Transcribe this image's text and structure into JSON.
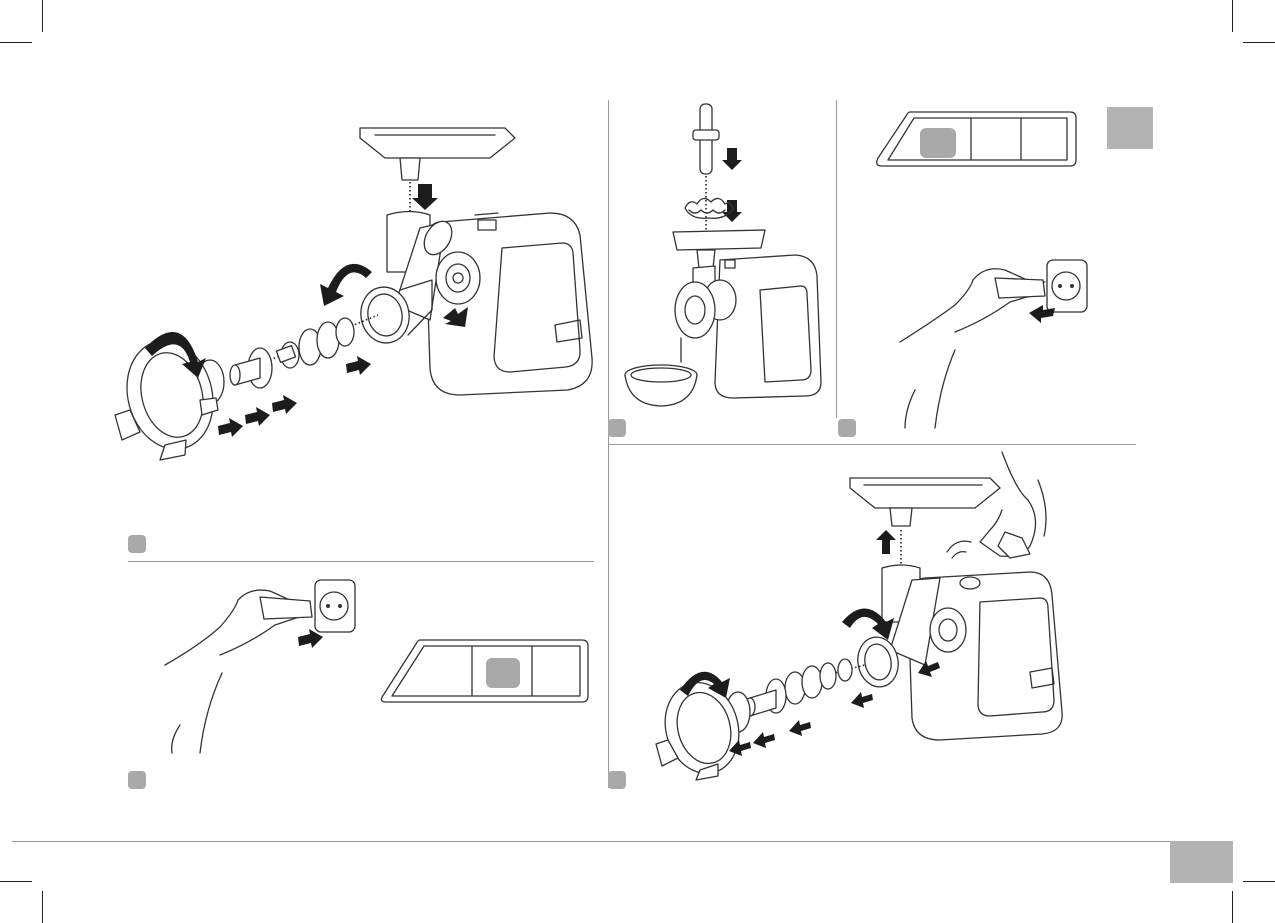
{
  "page": {
    "background": "#ffffff",
    "accent_gray": "#a9a9a9",
    "tab_gray": "#b3b3b3",
    "line_color": "#333333"
  },
  "panels": [
    {
      "id": "assembly",
      "badge_icon": "step-badge"
    },
    {
      "id": "feeding",
      "badge_icon": "step-badge"
    },
    {
      "id": "plug-out-forward",
      "badge_icon": "step-badge"
    },
    {
      "id": "plug-in",
      "badge_icon": "step-badge"
    },
    {
      "id": "disassembly",
      "badge_icon": "step-badge"
    }
  ],
  "control_panels": [
    {
      "id": "top-control-panel",
      "active_segment": 1,
      "segments": 3
    },
    {
      "id": "bottom-control-panel",
      "active_segment": 2,
      "segments": 3
    }
  ],
  "icons": [
    "rotate-arrow-icon",
    "push-arrow-icon",
    "wall-socket-icon",
    "hand-icon",
    "meat-grinder-icon",
    "bowl-icon",
    "pusher-icon"
  ]
}
